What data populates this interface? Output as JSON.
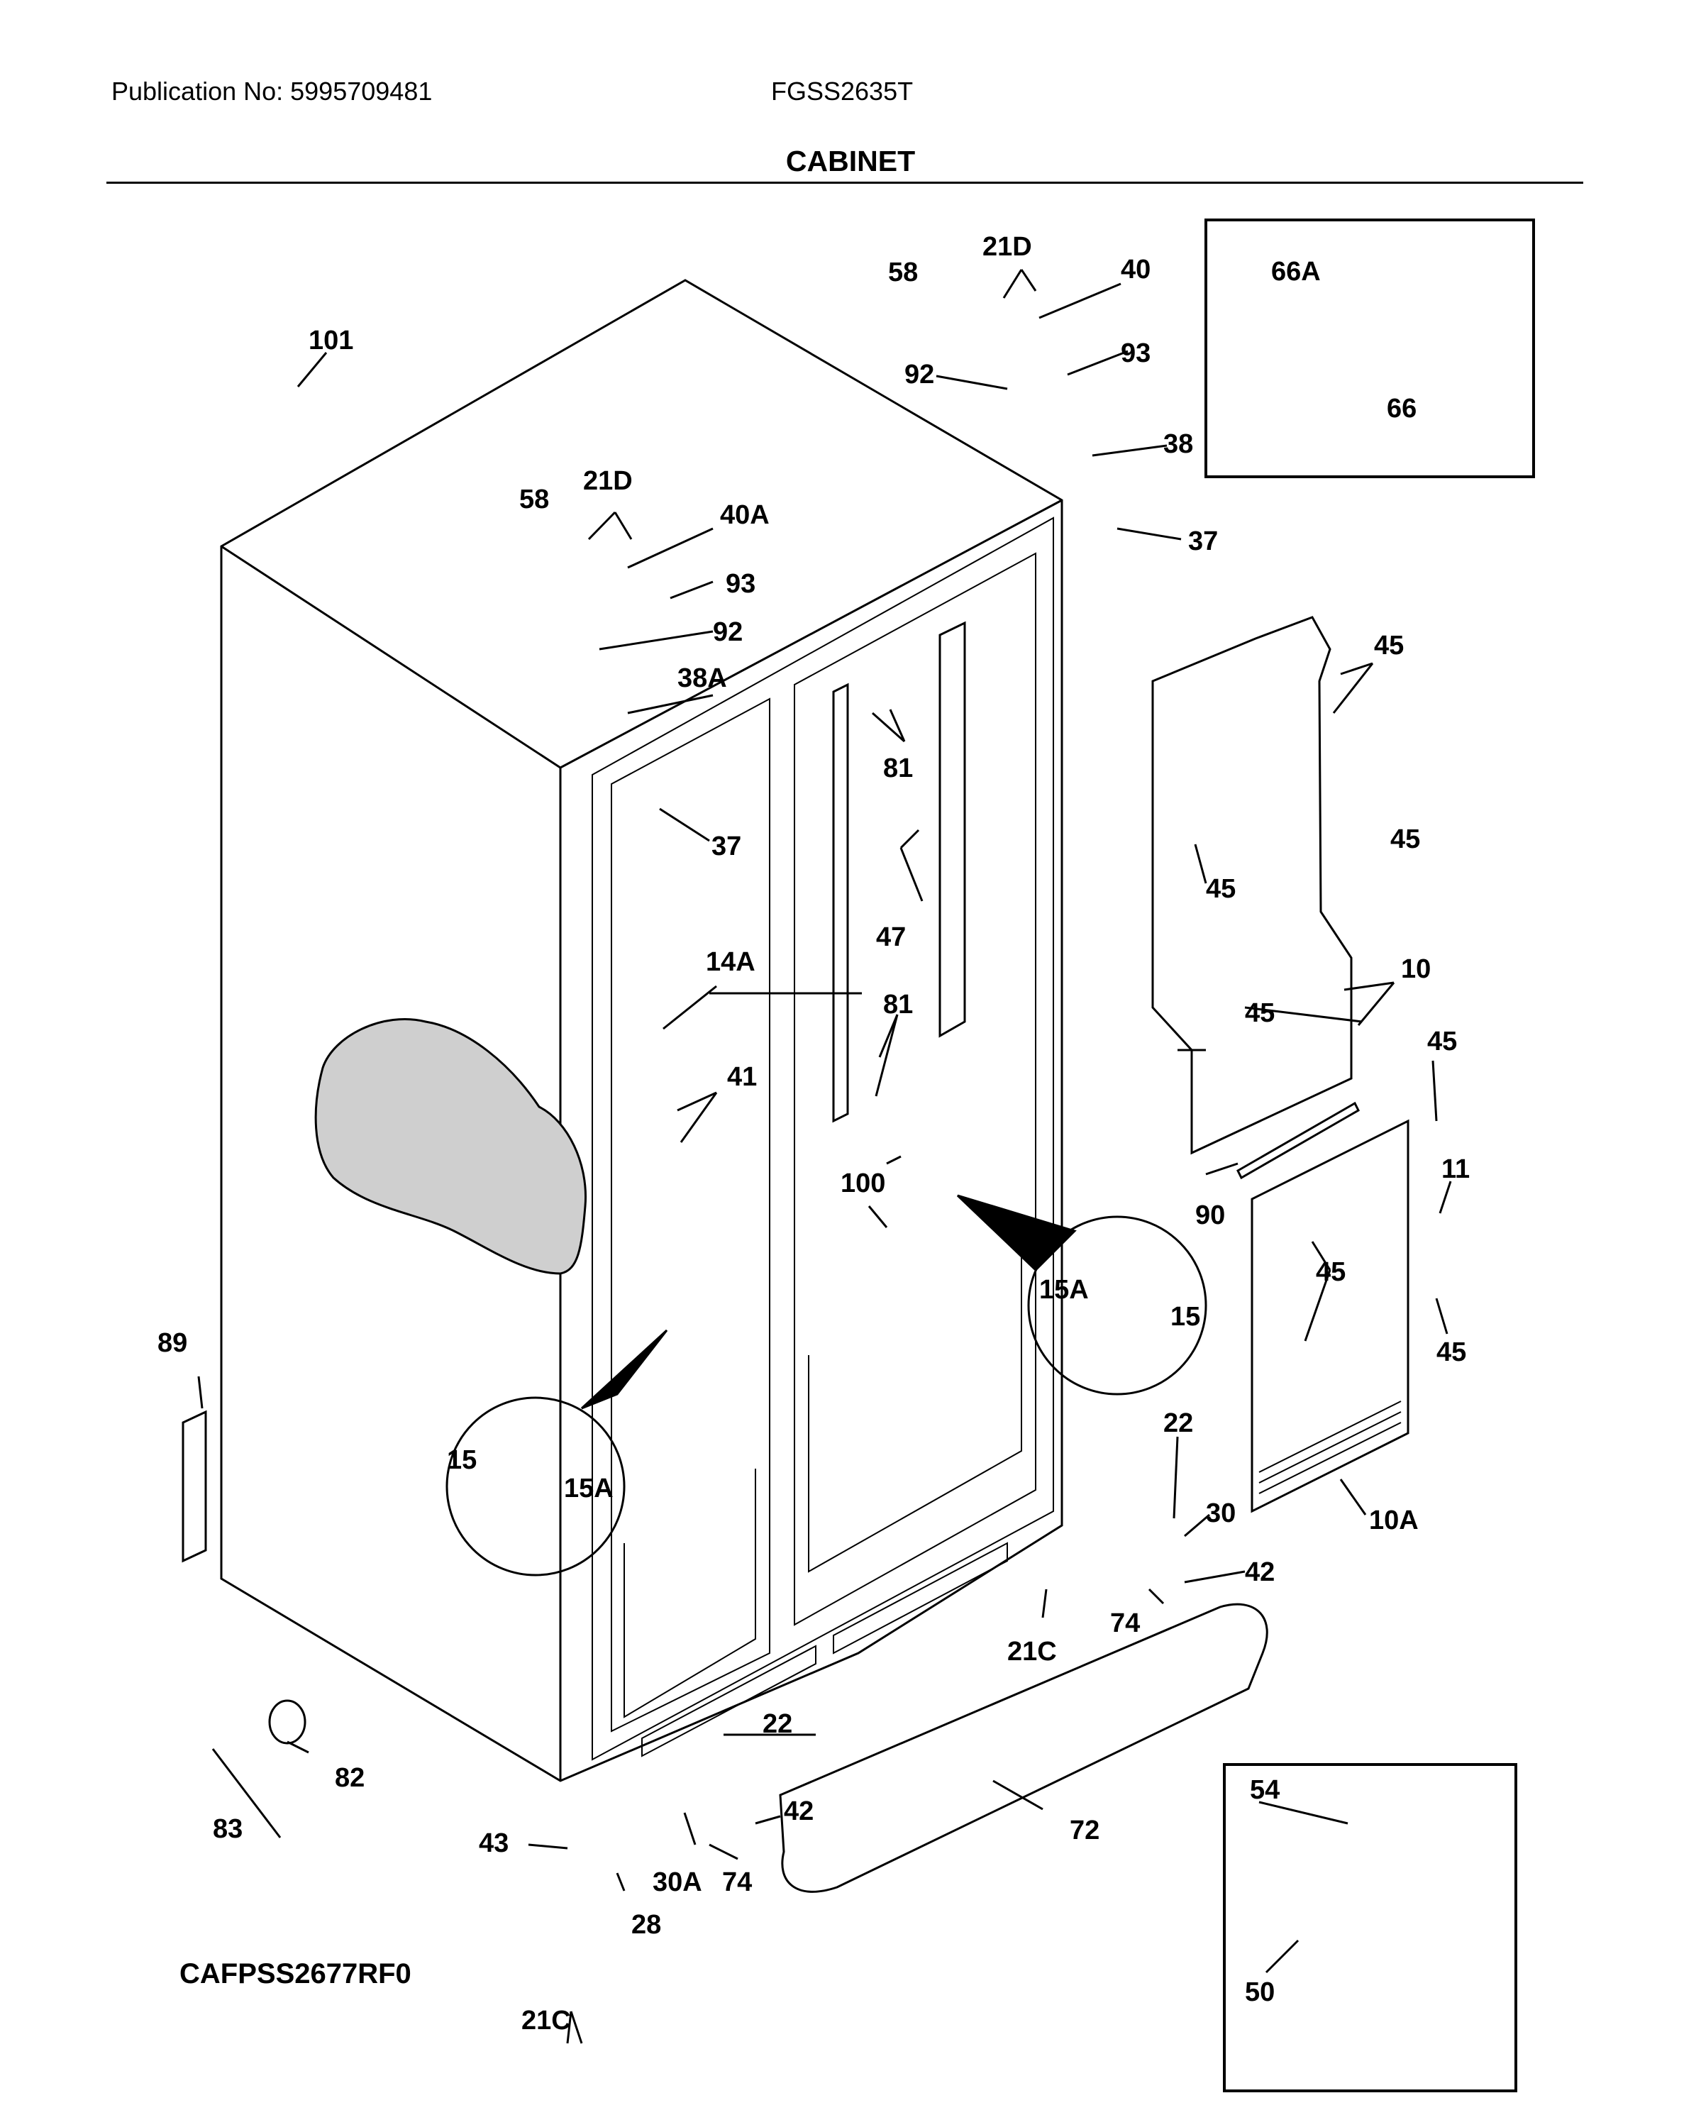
{
  "header": {
    "publication": "Publication No: 5995709481",
    "model": "FGSS2635T",
    "title": "CABINET"
  },
  "diagram_code": "CAFPSS2677RF0",
  "part_labels": {
    "p101": "101",
    "p58a": "58",
    "p21da": "21D",
    "p40": "40",
    "p93a": "93",
    "p92a": "92",
    "p38": "38",
    "p66a": "66A",
    "p66": "66",
    "p37a": "37",
    "p58b": "58",
    "p21db": "21D",
    "p40a": "40A",
    "p93b": "93",
    "p92b": "92",
    "p38a": "38A",
    "p45a": "45",
    "p81a": "81",
    "p37b": "37",
    "p45b": "45",
    "p45c": "45",
    "p47": "47",
    "p14a": "14A",
    "p10": "10",
    "p45d": "45",
    "p81b": "81",
    "p45e": "45",
    "p41": "41",
    "p11": "11",
    "p100": "100",
    "p90": "90",
    "p15aa": "15A",
    "p45f": "45",
    "p15a": "15",
    "p45g": "45",
    "p89": "89",
    "p15b": "15",
    "p15ab": "15A",
    "p22a": "22",
    "p30": "30",
    "p10a": "10A",
    "p42a": "42",
    "p74a": "74",
    "p21ca": "21C",
    "p22b": "22",
    "p82": "82",
    "p42b": "42",
    "p83": "83",
    "p43": "43",
    "p72": "72",
    "p30a": "30A",
    "p74b": "74",
    "p28": "28",
    "p21cb": "21C",
    "p54": "54",
    "p50": "50"
  }
}
